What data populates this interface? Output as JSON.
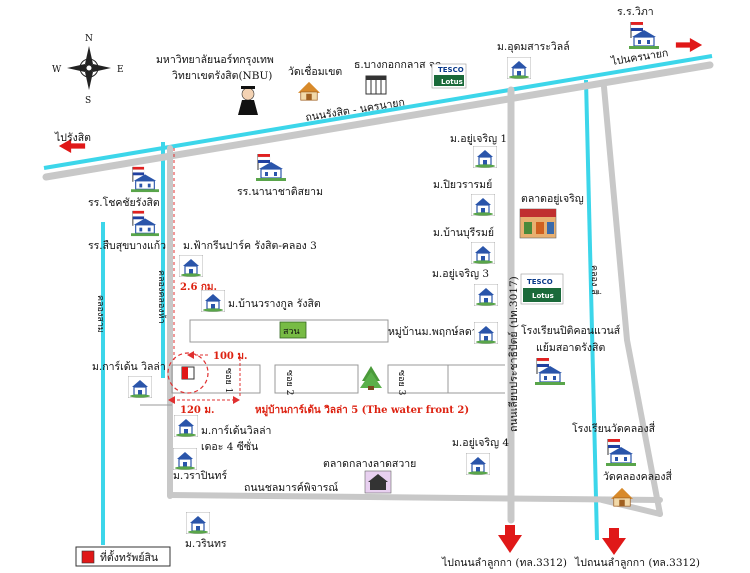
{
  "compass": {
    "n": "N",
    "s": "S",
    "e": "E",
    "w": "W"
  },
  "roads": {
    "main": "ถนนรังสิต - นครนายก",
    "khlong_lane": "ถนนชลมารค์พิจารณ์",
    "prachathipat": "ถนนเลียบประชาธิปัตย์ (ปท.3017)",
    "canal_left": "คลองสาม",
    "canal_mid": "คลองคลองห้า",
    "canal_right": "คลอง สี่",
    "soi2": "ซอย 2",
    "soi3": "ซอย 3",
    "soi1": "ซอย 1"
  },
  "directions": {
    "rangsit": "ไปรังสิต",
    "nakhonnayok": "ไปนครนายก",
    "lamlukka_left": "ไปถนนลำลูกกา (ทล.3312)",
    "lamlukka_right": "ไปถนนลำลูกกา (ทล.3312)"
  },
  "places": {
    "university": "มหาวิทยาลัยนอร์ทกรุงเทพ",
    "university_sub": "วิทยาเขตรังสิต(NBU)",
    "temple_chueanchet": "วัดเชื่อมเขต",
    "bangkok_bank": "ธ.บางกอกกลาส จก.",
    "tesco_top": "TESCO",
    "lotus_top": "Lotus",
    "udomsak_villa": "ม.อุดมสาระวิลล์",
    "rr_wipha": "ร.ร.วิภา",
    "yuucharoen1": "ม.อยู่เจริญ 1",
    "piyaram": "ม.ปิยวรารมย์",
    "baanburirom": "ม.บ้านบุรีรมย์",
    "yuucharoen3": "ม.อยู่เจริญ 3",
    "market_yuucharoen": "ตลาดอยู่เจริญ",
    "tesco_mid": "TESCO",
    "lotus_mid": "Lotus",
    "pruksa": "หมู่บ้านม.พฤกษ์ลดา",
    "school_sanpiti": "โรงเรียนปิติคอนแวนส์",
    "school_sanpiti_sub": "แย้มสอาดรังสิต",
    "school_watklong4": "โรงเรียนวัดคลองสี่",
    "wat_klong4": "วัดคลองคลองสี่",
    "yuucharoen4": "ม.อยู่เจริญ 4",
    "market_lat": "ตลาดกลางลาดสวาย",
    "rr_chokchai": "รร.โชคชัยรังสิต",
    "rr_suebsukbangkaeo": "รร.สืบสุขบางแก้ว",
    "rr_nanachart": "รร.นานาชาติสยาม",
    "fegreen": "ม.ฟ้ากรีนปาร์ค รังสิต-คลอง 3",
    "distance_26": "2.6 กม.",
    "baan_warang": "ม.บ้านวรางกูล รังสิต",
    "park": "สวน",
    "garden_villa": "ม.การ์เด้น วิลล่า",
    "dist_100": "100 ม.",
    "dist_120": "120 ม.",
    "project": "หมู่บ้านการ์เด้น วิลล่า 5 (The water front 2)",
    "garden_villa4": "ม.การ์เด้นวิลล่า",
    "garden_villa4_sub": "เดอะ 4 ซีซั่น",
    "warapinthon": "ม.วราปินทร์",
    "warinthon": "ม.วรินทร"
  },
  "legend": {
    "label": "ที่ตั้งทรัพย์สิน"
  },
  "colors": {
    "road": "#c8c8c8",
    "canal": "#3cd6ea",
    "arrow": "#e01818",
    "park": "#77bb44",
    "dashed": "#e03030"
  }
}
